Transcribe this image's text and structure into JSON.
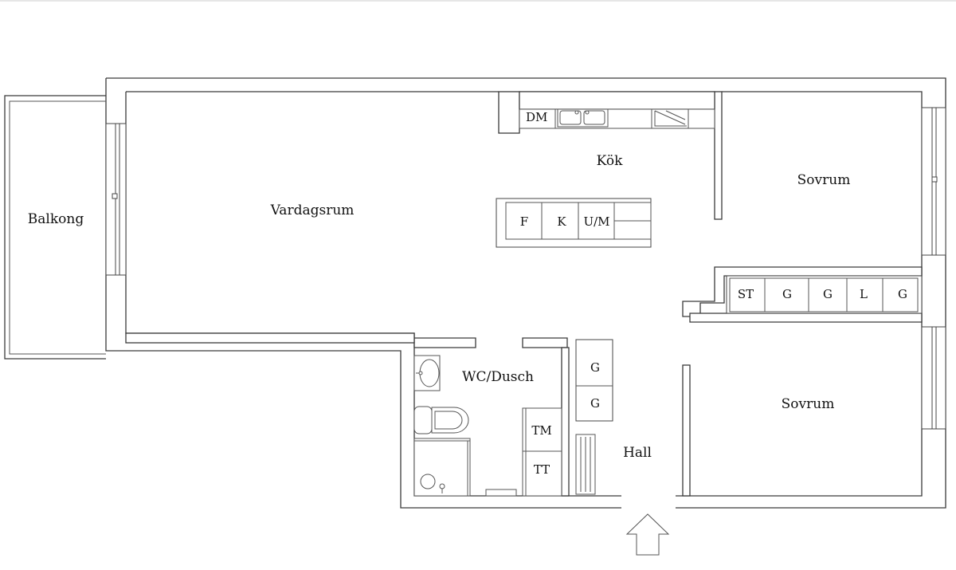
{
  "rooms": {
    "balkong": "Balkong",
    "vardagsrum": "Vardagsrum",
    "kok": "Kök",
    "sovrum_1": "Sovrum",
    "sovrum_2": "Sovrum",
    "wc_dusch": "WC/Dusch",
    "hall": "Hall"
  },
  "fixtures": {
    "dm": "DM",
    "island": [
      "F",
      "K",
      "U/M"
    ],
    "wardrobes": [
      "ST",
      "G",
      "G",
      "L",
      "G"
    ],
    "hall_closets": [
      "G",
      "G"
    ],
    "laundry": [
      "TM",
      "TT"
    ]
  },
  "icons": {
    "entrance": "entrance-arrow-icon",
    "sink": "sink-icon",
    "toilet": "toilet-icon",
    "shower": "shower-icon",
    "stove": "stove-icon"
  }
}
